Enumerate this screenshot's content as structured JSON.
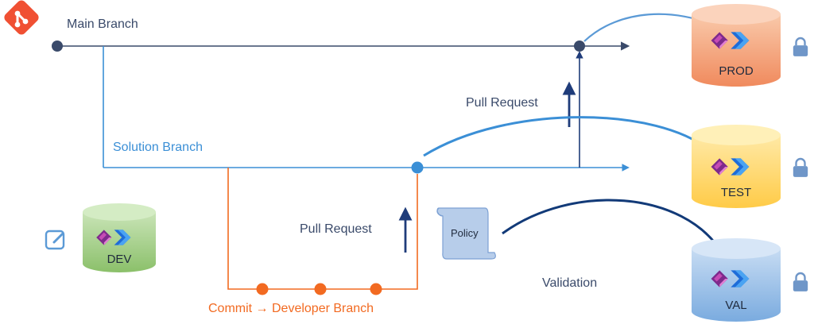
{
  "labels": {
    "main_branch": "Main Branch",
    "solution_branch": "Solution Branch",
    "pull_request_upper": "Pull Request",
    "pull_request_lower": "Pull Request",
    "commit_developer_branch": "Commit → Developer Branch",
    "validation": "Validation",
    "policy": "Policy"
  },
  "environments": {
    "prod": "PROD",
    "test": "TEST",
    "val": "VAL",
    "dev": "DEV"
  },
  "colors": {
    "main_line": "#3a4a6a",
    "solution_line": "#3b8fd6",
    "developer_line": "#f26a21",
    "git_logo": "#f05033",
    "prod_db": "#f4a582",
    "test_db": "#ffd66b",
    "val_db": "#9cc3ea",
    "dev_db": "#a7d08c",
    "lock": "#6f96c8",
    "arrow_dark": "#1f3c7a"
  },
  "icons": {
    "git": "git-logo-icon",
    "edit": "edit-icon",
    "lock": "lock-icon",
    "power_platform": "power-platform-icon"
  }
}
